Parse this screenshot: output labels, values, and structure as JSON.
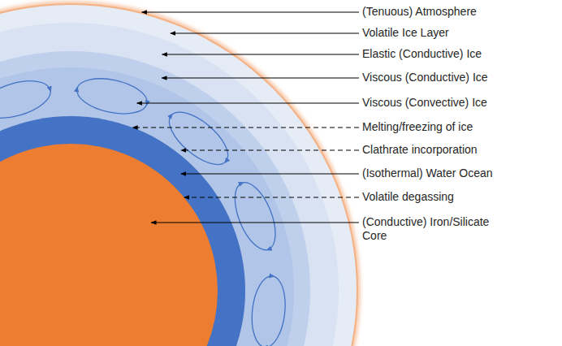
{
  "diagram": {
    "labels": [
      "(Tenuous) Atmosphere",
      "Volatile Ice Layer",
      "Elastic (Conductive) Ice",
      "Viscous (Conductive) Ice",
      "Viscous (Convective) Ice",
      "Melting/freezing of ice",
      "Clathrate incorporation",
      "(Isothermal) Water Ocean",
      "Volatile degassing",
      "(Conductive) Iron/Silicate Core"
    ]
  }
}
